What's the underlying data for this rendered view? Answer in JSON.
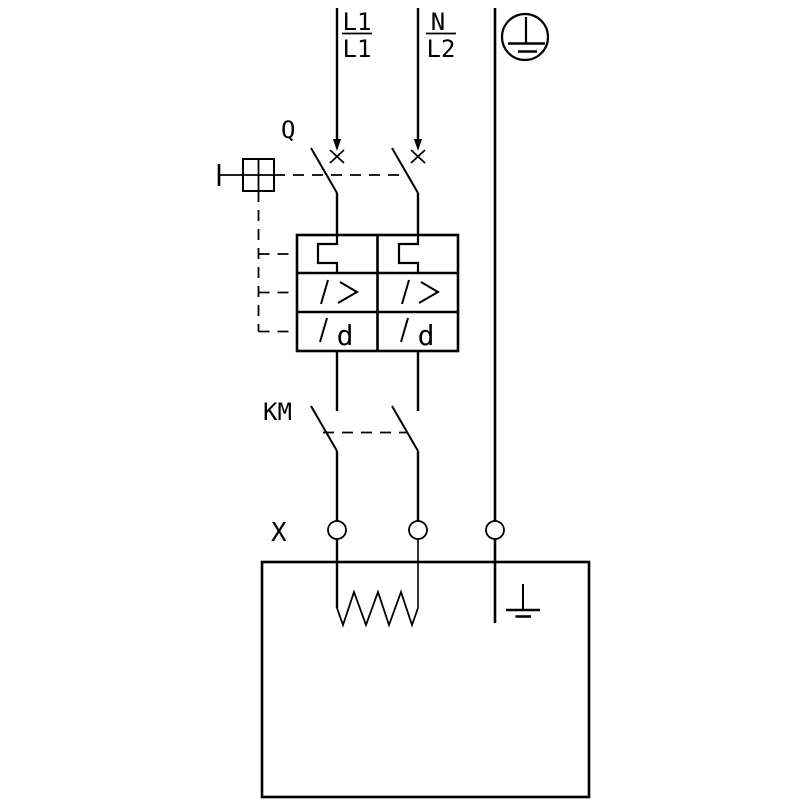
{
  "colors": {
    "line": "#000000",
    "background": "#ffffff"
  },
  "supply": {
    "phase1": {
      "upper": "L1",
      "lower": "L1"
    },
    "phase2": {
      "upper": "N",
      "lower": "L2"
    }
  },
  "components": {
    "circuit_breaker_label": "Q",
    "contactor_label": "KM",
    "terminal_block_label": "X"
  },
  "trip_unit": {
    "overcurrent_symbol": "I>",
    "differential_symbol": "Id",
    "differential_letter": "d"
  },
  "icons": {
    "protective_earth": "circle-with-earth-bars",
    "earth_ground": "vertical-stroke-with-bars",
    "breaker_contact": "x-cross-with-arrow",
    "thermal_element": "rectangular-jog",
    "heating_element": "zigzag-resistor",
    "manual_operator": "crossed-square-with-handle"
  }
}
